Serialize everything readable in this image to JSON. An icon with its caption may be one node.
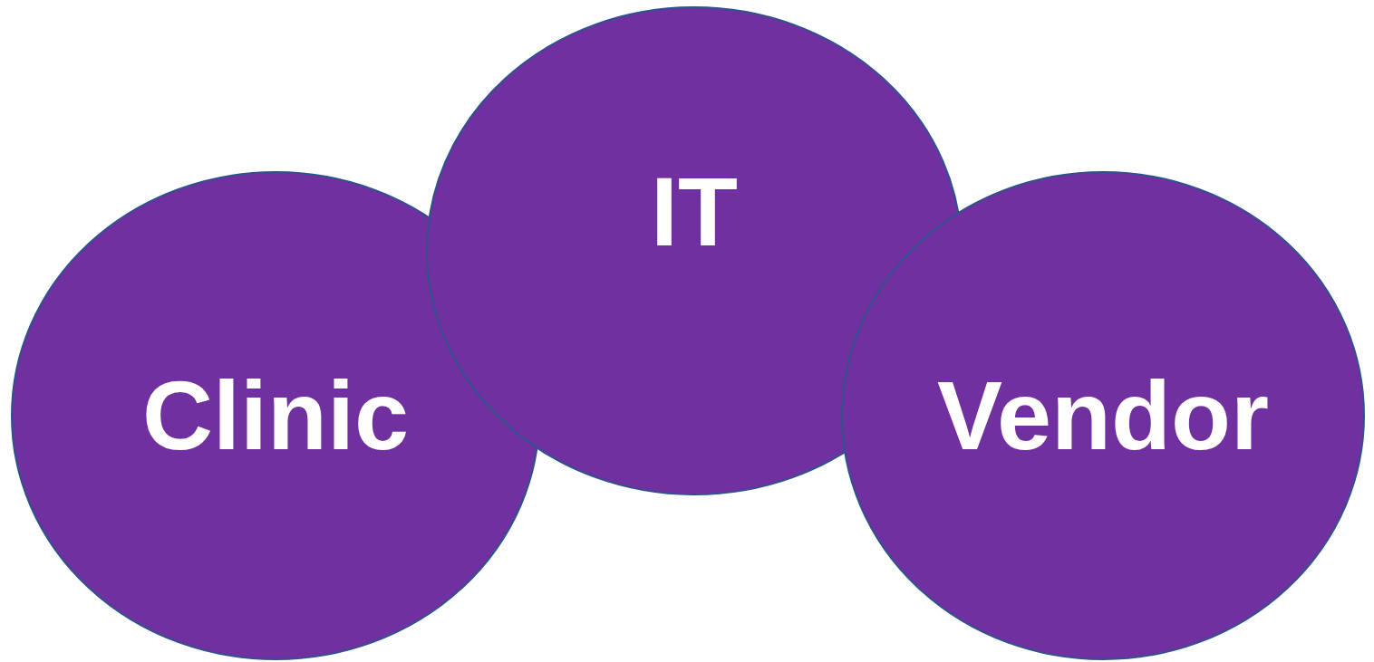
{
  "diagram": {
    "nodes": [
      {
        "text": [
          "Clinic"
        ]
      },
      {
        "text": [
          "IT"
        ]
      },
      {
        "text": [
          "Vendor"
        ]
      }
    ]
  }
}
